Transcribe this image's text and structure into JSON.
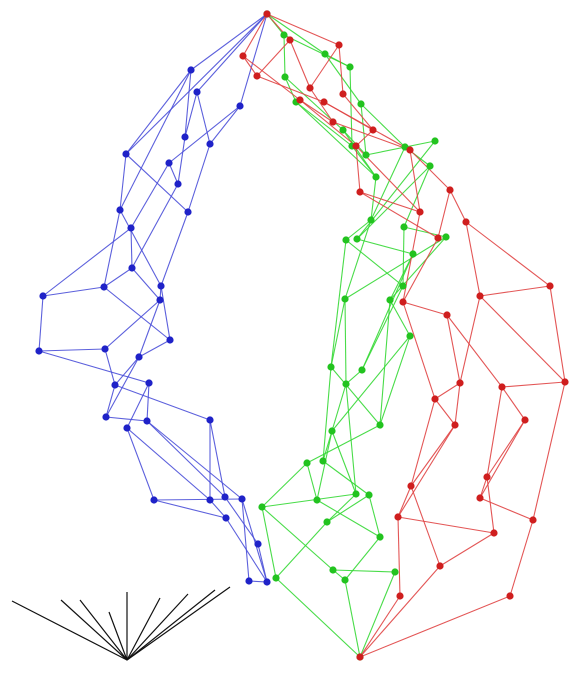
{
  "figure": {
    "description": "",
    "colors": {
      "blue": "#1f22c8",
      "blue_edge": "#4a4fd8",
      "green": "#22c31f",
      "green_edge": "#35d835",
      "red": "#cf1e1e",
      "red_edge": "#e04444",
      "axes": "#111111",
      "background": "#ffffff"
    },
    "graph_type": "3D lattice / node-link projection",
    "groups": [
      "blue",
      "green",
      "red"
    ]
  }
}
